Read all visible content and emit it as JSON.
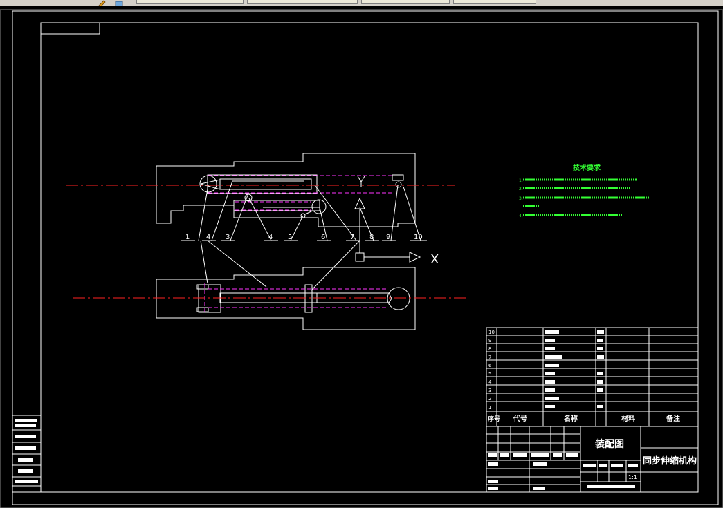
{
  "app": {
    "tabs": [
      "",
      "",
      "",
      "",
      ""
    ],
    "toolbar_icons": [
      "pencil-icon",
      "layer-icon"
    ]
  },
  "drawing": {
    "tech_title": "技术要求",
    "tech_notes": [
      "1.",
      "2.",
      "3.",
      "",
      "4."
    ],
    "balloons": [
      "1",
      "4",
      "3",
      "4",
      "5",
      "6",
      "7",
      "8",
      "9",
      "10"
    ],
    "axis_x": "X",
    "axis_y": "Y",
    "bom_rows": [
      {
        "no": "10",
        "name": "",
        "mat": ""
      },
      {
        "no": "9",
        "name": "",
        "mat": ""
      },
      {
        "no": "8",
        "name": "",
        "mat": ""
      },
      {
        "no": "7",
        "name": "",
        "mat": ""
      },
      {
        "no": "6",
        "name": "",
        "mat": ""
      },
      {
        "no": "5",
        "name": "",
        "mat": ""
      },
      {
        "no": "4",
        "name": "",
        "mat": ""
      },
      {
        "no": "3",
        "name": "",
        "mat": ""
      },
      {
        "no": "2",
        "name": "",
        "mat": ""
      },
      {
        "no": "1",
        "name": "",
        "mat": ""
      }
    ],
    "bom_header": {
      "no": "序号",
      "code": "代号",
      "name": "名称",
      "qty": "",
      "mat": "材料",
      "note": "备注"
    },
    "title_block": {
      "drawing_type": "装配图",
      "part_name": "同步伸缩机构",
      "scale": "1:1"
    },
    "side_table": [
      "",
      "",
      "",
      "",
      "",
      "",
      ""
    ]
  },
  "colors": {
    "background": "#000000",
    "line_white": "#ffffff",
    "centerline": "#ff2222",
    "hidden_magenta": "#ff33ff",
    "note_green": "#33ff33"
  }
}
